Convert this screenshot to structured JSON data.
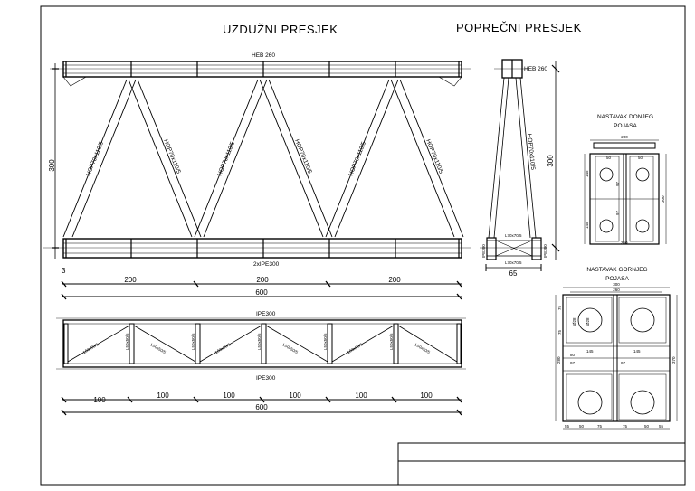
{
  "titles": {
    "longitudinal": "UZDUŽNI PRESJEK",
    "cross": "POPREČNI PRESJEK"
  },
  "longitudinal": {
    "top_chord": "HEB 260",
    "bottom_chord": "2xIPE300",
    "diagonal": "HOP70x110/5",
    "height": "300",
    "corner_mark": "3",
    "spans": [
      "200",
      "200",
      "200"
    ],
    "total": "600"
  },
  "plan": {
    "top_label": "IPE300",
    "bottom_label": "IPE300",
    "brace": "L50x50/5",
    "post": "L50x50/5",
    "spans": [
      "100",
      "100",
      "100",
      "100",
      "100",
      "100"
    ],
    "total": "600"
  },
  "cross_section": {
    "top": "HEB 260",
    "diagonal": "HOP70x110/5",
    "bottom_left": "IPE300",
    "bottom_right": "IPE300",
    "bracing": "L70x70/5",
    "bracing_2": "L70x70/5",
    "height": "300",
    "width": "65"
  },
  "splice_bottom": {
    "title_1": "NASTAVAK DONJEG",
    "title_2": "POJASA",
    "dims": [
      "200",
      "50",
      "50",
      "145",
      "97",
      "300",
      "145",
      "97",
      "250"
    ]
  },
  "splice_top": {
    "title_1": "NASTAVAK GORNJEG",
    "title_2": "POJASA",
    "dims": [
      "300",
      "260",
      "75",
      "75",
      "Ø28",
      "Ø28",
      "145",
      "80",
      "97",
      "145",
      "97",
      "280",
      "370",
      "55",
      "50",
      "75",
      "75",
      "50",
      "55"
    ]
  },
  "colors": {
    "ink": "#000000",
    "paper": "#ffffff"
  }
}
